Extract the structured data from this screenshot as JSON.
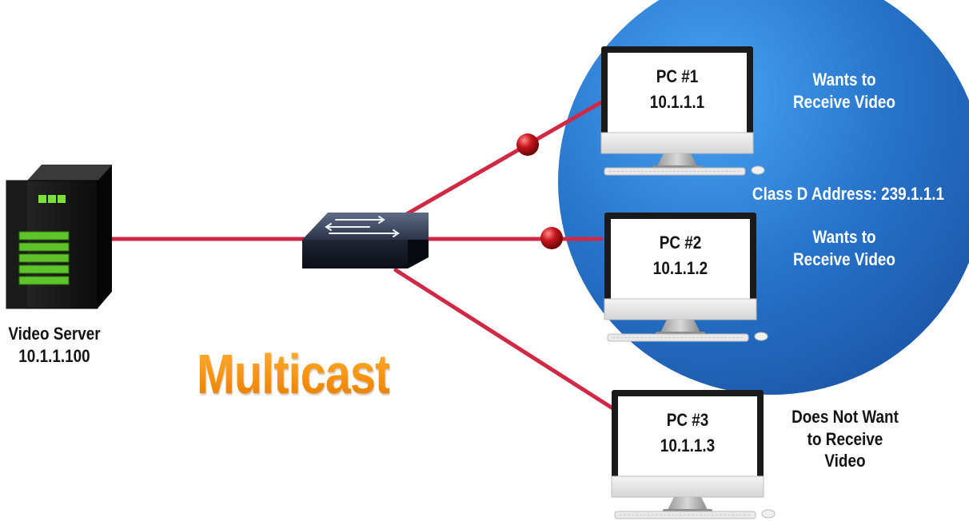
{
  "title": "Multicast",
  "server": {
    "label": "Video Server",
    "ip": "10.1.1.100"
  },
  "multicast_group": {
    "label": "Class D Address: 239.1.1.1"
  },
  "pcs": [
    {
      "name": "PC #1",
      "ip": "10.1.1.1",
      "status_lines": [
        "Wants to",
        "Receive Video"
      ],
      "in_group": true
    },
    {
      "name": "PC #2",
      "ip": "10.1.1.2",
      "status_lines": [
        "Wants to",
        "Receive Video"
      ],
      "in_group": true
    },
    {
      "name": "PC #3",
      "ip": "10.1.1.3",
      "status_lines": [
        "Does Not Want",
        "to Receive",
        "Video"
      ],
      "in_group": false
    }
  ],
  "colors": {
    "link": "#cf2946",
    "group_circle": "#2673c9",
    "title": "#f7930e",
    "server_lights": "#7be03a"
  },
  "icons": [
    "server-icon",
    "switch-icon",
    "computer-icon",
    "keyboard-icon",
    "mouse-icon",
    "packet-icon"
  ]
}
